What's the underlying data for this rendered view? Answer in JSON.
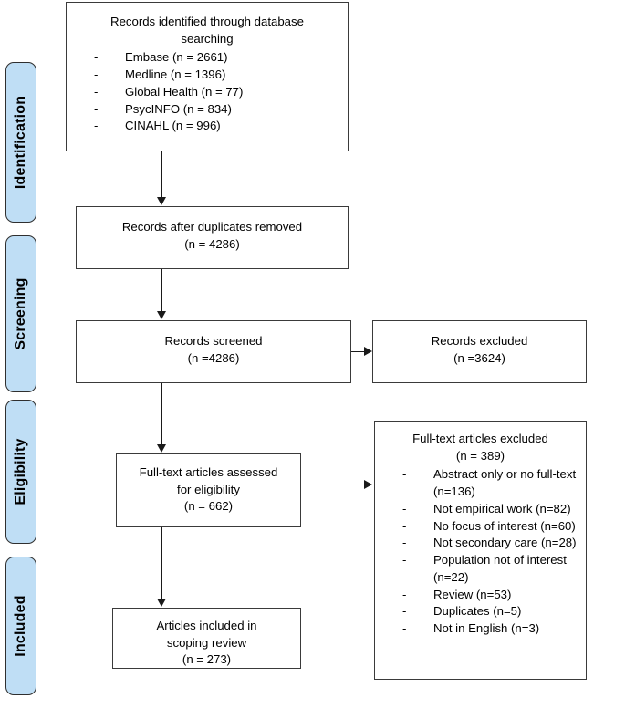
{
  "diagram": {
    "type": "prisma-flow-diagram",
    "stages": [
      {
        "id": "identification",
        "label": "Identification"
      },
      {
        "id": "screening",
        "label": "Screening"
      },
      {
        "id": "eligibility",
        "label": "Eligibility"
      },
      {
        "id": "included",
        "label": "Included"
      }
    ],
    "colors": {
      "stage_fill": "#bfdef5",
      "stage_border": "#2f2f2f",
      "box_border": "#3a3a3a",
      "box_fill": "#ffffff",
      "connector": "#1a1a1a",
      "text": "#000000"
    },
    "boxes": {
      "identified": {
        "title_line1": "Records identified through database",
        "title_line2": "searching",
        "sources": [
          {
            "dash": "-",
            "text": "Embase (n = 2661)"
          },
          {
            "dash": "-",
            "text": "Medline (n = 1396)"
          },
          {
            "dash": "-",
            "text": "Global Health (n = 77)"
          },
          {
            "dash": "-",
            "text": "PsycINFO (n = 834)"
          },
          {
            "dash": "-",
            "text": "CINAHL (n = 996)"
          }
        ]
      },
      "duplicates_removed": {
        "title": "Records after duplicates removed",
        "count": "(n = 4286)"
      },
      "records_screened": {
        "title": "Records screened",
        "count": "(n =4286)"
      },
      "records_excluded": {
        "title": "Records excluded",
        "count": "(n =3624)"
      },
      "fulltext_assessed": {
        "title_line1": "Full-text articles assessed",
        "title_line2": "for eligibility",
        "count": "(n = 662)"
      },
      "fulltext_excluded": {
        "title": "Full-text articles excluded",
        "count": "(n = 389)",
        "reasons": [
          {
            "dash": "-",
            "text": "Abstract only or no full-text (n=136)"
          },
          {
            "dash": "-",
            "text": "Not empirical work (n=82)"
          },
          {
            "dash": "-",
            "text": "No focus of interest (n=60)"
          },
          {
            "dash": "-",
            "text": "Not secondary care (n=28)"
          },
          {
            "dash": "-",
            "text": "Population not of interest (n=22)"
          },
          {
            "dash": "-",
            "text": "Review (n=53)"
          },
          {
            "dash": "-",
            "text": "Duplicates (n=5)"
          },
          {
            "dash": "-",
            "text": "Not in English (n=3)"
          }
        ]
      },
      "articles_included": {
        "title_line1": "Articles included in",
        "title_line2": "scoping review",
        "count": "(n = 273)"
      }
    }
  }
}
